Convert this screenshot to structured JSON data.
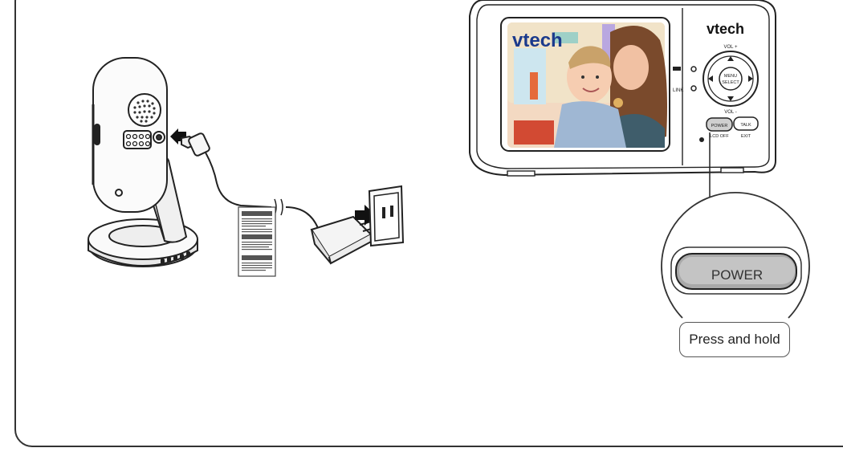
{
  "monitor": {
    "brand": "vtech",
    "screen_logo": "vtech",
    "vol_up": "VOL +",
    "vol_down": "VOL -",
    "menu_line1": "MENU",
    "menu_line2": "SELECT",
    "link_label": "LINK",
    "power_button": "POWER",
    "power_sub": "LCD OFF",
    "talk_button": "TALK",
    "talk_sub": "EXIT"
  },
  "callout": {
    "button_label": "POWER",
    "instruction": "Press and hold"
  },
  "icons": [
    "baby-camera-icon",
    "power-adapter-icon",
    "wall-outlet-icon",
    "warning-tag-icon",
    "parent-monitor-icon"
  ]
}
